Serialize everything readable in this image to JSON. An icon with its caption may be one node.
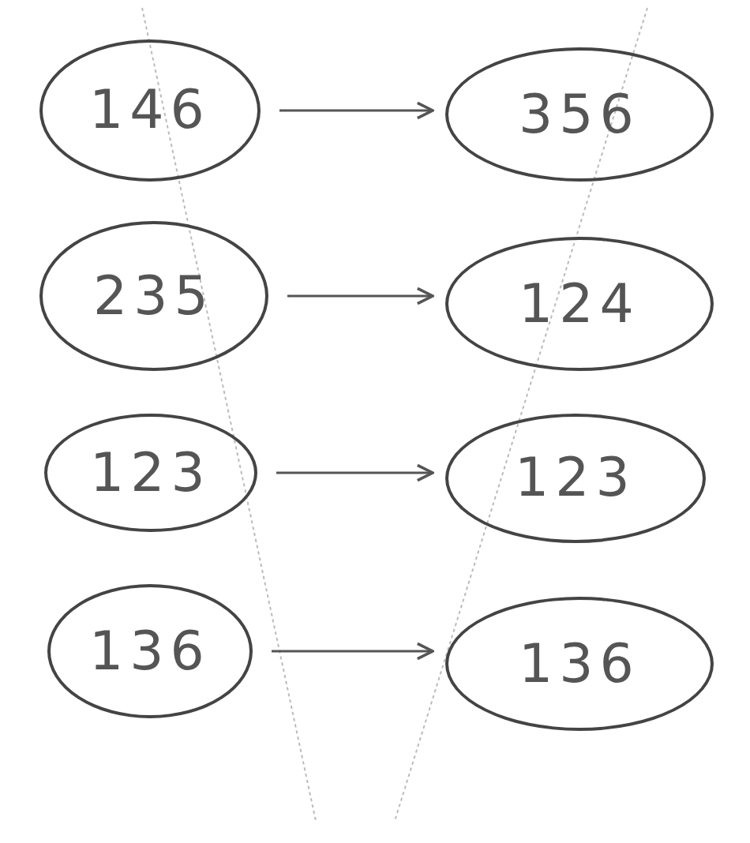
{
  "diagram": {
    "nodes": [
      {
        "text": [
          "146"
        ]
      },
      {
        "text": [
          "356"
        ]
      },
      {
        "text": [
          "235"
        ]
      },
      {
        "text": [
          "124"
        ]
      },
      {
        "text": [
          "123"
        ]
      },
      {
        "text": [
          "123"
        ]
      },
      {
        "text": [
          "136"
        ]
      },
      {
        "text": [
          "136"
        ]
      }
    ],
    "edges": [
      {
        "from": 0,
        "to": 1,
        "arrow": "to"
      },
      {
        "from": 2,
        "to": 3,
        "arrow": "to"
      },
      {
        "from": 4,
        "to": 5,
        "arrow": "to"
      },
      {
        "from": 6,
        "to": 7,
        "arrow": "to"
      }
    ]
  }
}
